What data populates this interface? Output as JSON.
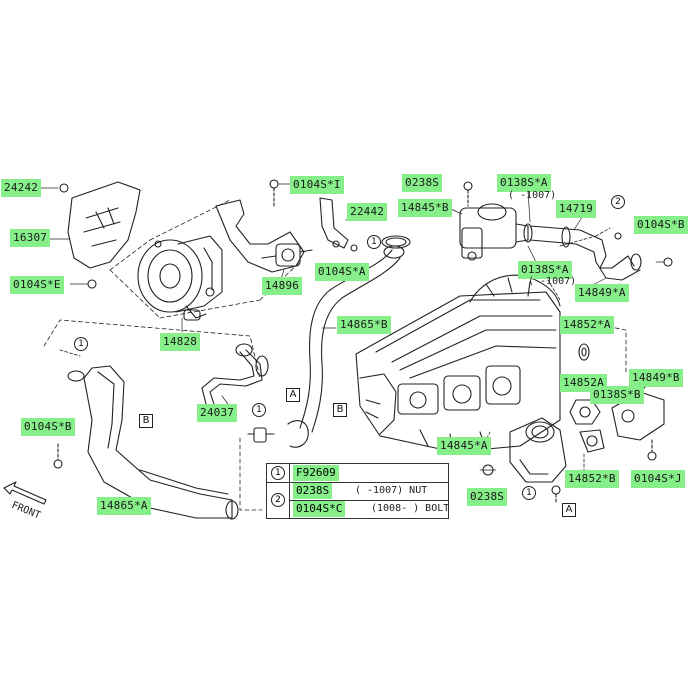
{
  "parts": {
    "p24242": "24242",
    "p16307": "16307",
    "p0104S_E": "0104S*E",
    "p0104S_I": "0104S*I",
    "p22442": "22442",
    "p0104S_A": "0104S*A",
    "p14896": "14896",
    "p14828": "14828",
    "p14865_B": "14865*B",
    "p24037": "24037",
    "p0104S_B": "0104S*B",
    "p14865_A": "14865*A",
    "p0238S_top": "0238S",
    "p14845_B": "14845*B",
    "p0138S_A_top": "0138S*A",
    "p14719": "14719",
    "p0104S_B_right": "0104S*B",
    "p0138S_A_mid": "0138S*A",
    "p14849_A": "14849*A",
    "p14852_A": "14852*A",
    "p14852A": "14852A",
    "p14849_B": "14849*B",
    "p0138S_B": "0138S*B",
    "p14845_A": "14845*A",
    "p14852_B": "14852*B",
    "p0104S_J": "0104S*J",
    "p0238S_bottom": "0238S"
  },
  "notes": {
    "n1007_top": "( -1007)",
    "n1007_mid": "( -1007)",
    "front": "FRONT"
  },
  "callouts": {
    "A": "A",
    "B": "B",
    "one": "1",
    "two": "2"
  },
  "legend": {
    "f_code": "F92609",
    "row1_code": "0238S",
    "row1_note": "( -1007) NUT",
    "row2_code": "0104S*C",
    "row2_note": "(1008- ) BOLT"
  },
  "colors": {
    "highlight": "#86ef8a",
    "line": "#222222"
  }
}
